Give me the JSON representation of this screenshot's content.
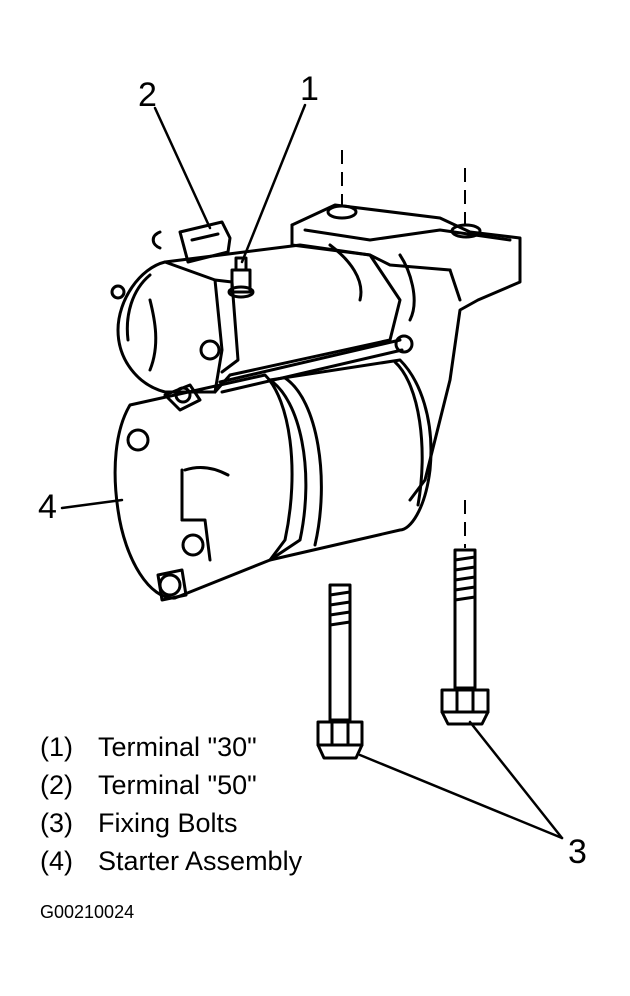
{
  "callouts": {
    "c1": "1",
    "c2": "2",
    "c3": "3",
    "c4": "4"
  },
  "legend": [
    {
      "num": "(1)",
      "label": "Terminal \"30\""
    },
    {
      "num": "(2)",
      "label": "Terminal \"50\""
    },
    {
      "num": "(3)",
      "label": "Fixing Bolts"
    },
    {
      "num": "(4)",
      "label": "Starter Assembly"
    }
  ],
  "figure_id": "G00210024"
}
